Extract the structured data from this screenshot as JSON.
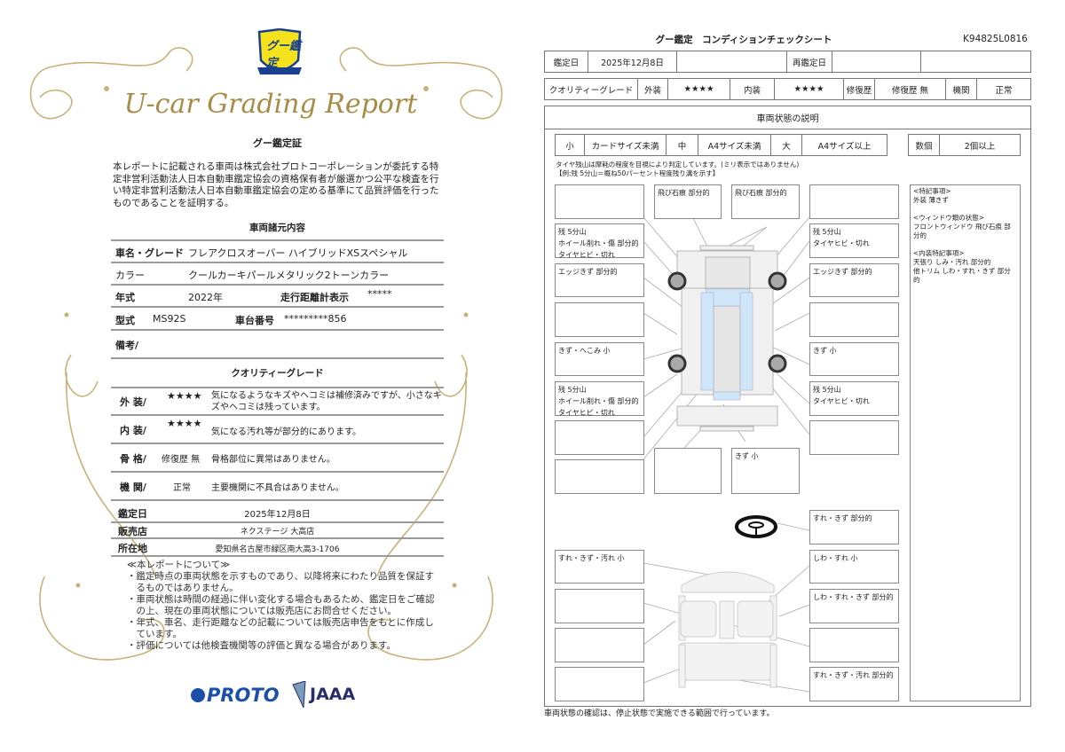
{
  "left": {
    "logo_text": "グー鑑定",
    "report_title": "U-car Grading Report",
    "cert_title": "グー鑑定証",
    "cert_text": "本レポートに記載される車両は株式会社プロトコーポレーションが委託する特定非営利活動法人日本自動車鑑定協会の資格保有者が厳選かつ公平な検査を行い特定非営利活動法人日本自動車鑑定協会の定める基準にて品質評価を行ったものであることを証明する。",
    "spec_title": "車両諸元内容",
    "specs": {
      "name_label": "車名・グレード",
      "name": "フレアクロスオーバー ハイブリッドXSスペシャル",
      "color_label": "カラー",
      "color": "クールカーキパールメタリック2トーンカラー",
      "year_label": "年式",
      "year": "2022年",
      "odo_label": "走行距離計表示",
      "odo": "*****",
      "model_label": "型式",
      "model": "MS92S",
      "chassis_label": "車台番号",
      "chassis": "*********856",
      "remarks_label": "備考/"
    },
    "grade_title": "クオリティーグレード",
    "grades": [
      {
        "label": "外 装/",
        "value": "★★★★",
        "desc": "気になるようなキズやヘコミは補修済みですが、小さなキズやヘコミは残っています。"
      },
      {
        "label": "内 装/",
        "value": "★★★★",
        "desc": "気になる汚れ等が部分的にあります。"
      },
      {
        "label": "骨 格/",
        "value": "修復歴 無",
        "desc": "骨格部位に異常はありません。"
      },
      {
        "label": "機 関/",
        "value": "正常",
        "desc": "主要機関に不具合はありません。"
      }
    ],
    "info": {
      "date_label": "鑑定日",
      "date": "2025年12月8日",
      "shop_label": "販売店",
      "shop": "ネクステージ 大高店",
      "addr_label": "所在地",
      "addr": "愛知県名古屋市緑区南大高3-1706"
    },
    "notes_title": "≪本レポートについて≫",
    "notes": [
      "鑑定時点の車両状態を示すものであり、以降将来にわたり品質を保証するものではありません。",
      "車両状態は時間の経過に伴い変化する場合もあるため、鑑定日をご確認の上、現在の車両状態については販売店にお問合せください。",
      "年式、車名、走行距離などの記載については販売店申告をもとに作成しています。",
      "評価については他検査機関等の評価と異なる場合があります。"
    ],
    "logos": [
      "PROTO",
      "JAAA"
    ]
  },
  "right": {
    "title": "グー鑑定　コンディションチェックシート",
    "doc_id": "K94825L0816",
    "row1": {
      "date_label": "鑑定日",
      "date": "2025年12月8日",
      "re_label": "再鑑定日"
    },
    "row2": {
      "grade_label": "クオリティーグレード",
      "ext_label": "外装",
      "ext": "★★★★",
      "int_label": "内装",
      "int": "★★★★",
      "repair_label": "修復歴",
      "repair": "修復歴 無",
      "engine_label": "機関",
      "engine": "正常"
    },
    "section_title": "車両状態の説明",
    "sizes": [
      "小",
      "カードサイズ未満",
      "中",
      "A4サイズ未満",
      "大",
      "A4サイズ以上"
    ],
    "count": [
      "数個",
      "2個以上"
    ],
    "tire_note1": "タイヤ残山は摩耗の程度を目視により判定しています。(ミリ表示ではありません)",
    "tire_note2": "【例:残 5分山＝概ね50パーセント程度残り溝を示す】",
    "left_boxes": [
      "",
      "残 5分山\nホイール削れ・傷 部分的\nタイヤヒビ・切れ",
      "エッジきず 部分的",
      "",
      "きず・へこみ 小",
      "残 5分山\nホイール削れ・傷 部分的\nタイヤヒビ・切れ",
      "",
      ""
    ],
    "top_boxes": [
      "飛び石痕 部分的",
      "飛び石痕 部分的"
    ],
    "bottom_boxes": [
      "",
      "きず 小"
    ],
    "right_boxes": [
      "",
      "残 5分山\nタイヤヒビ・切れ",
      "エッジきず 部分的",
      "",
      "きず 小",
      "残 5分山\nタイヤヒビ・切れ",
      ""
    ],
    "interior_left": [
      "すれ・きず・汚れ 小",
      "",
      "",
      ""
    ],
    "interior_right": [
      "すれ・きず 部分的",
      "しわ・すれ 小",
      "しわ・すれ・きず 部分的",
      "",
      "すれ・きず・汚れ 部分的"
    ],
    "remarks": "<特記事項>\n外装 薄きず\n\n<ウィンドウ類の状態>\nフロントウィンドウ 飛び石痕 部分的\n\n<内装特記事項>\n天張り しみ・汚れ 部分的\n他トリム しわ・すれ・きず 部分的",
    "footer": "車両状態の確認は、停止状態で実施できる範囲で行っています。"
  },
  "colors": {
    "gold": "#b59a55",
    "shield_yellow": "#f4e21c",
    "shield_blue": "#1a3f8f",
    "proto_blue": "#1b4fa8",
    "jaaa_navy": "#2a2d6b",
    "glass_blue": "#cfe6f8"
  }
}
